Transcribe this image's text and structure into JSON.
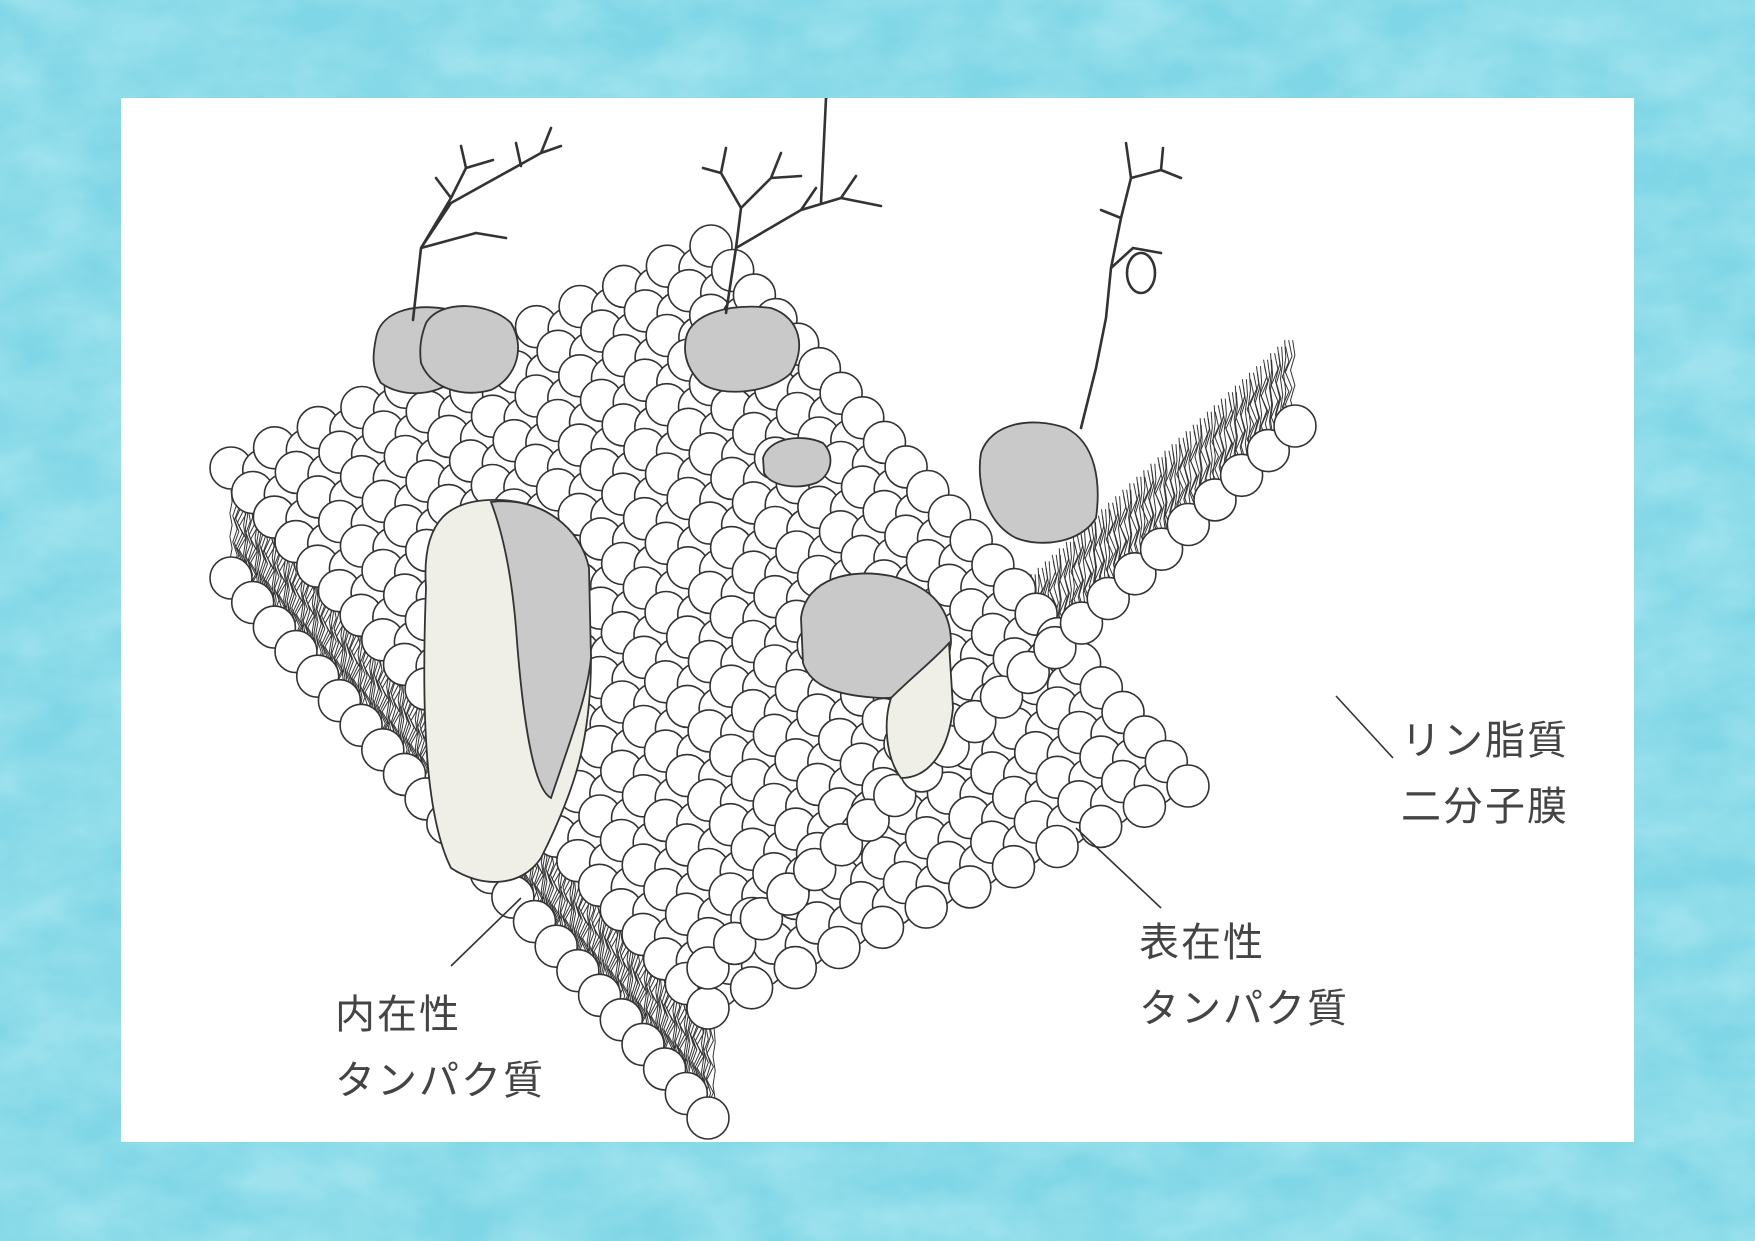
{
  "colors": {
    "background": "#7fd6e6",
    "background_dark": "#5ec3d6",
    "background_light": "#a7e7f1",
    "panel": "#ffffff",
    "line": "#333333",
    "protein_fill": "#c9c9c9",
    "protein_light": "#efefe8"
  },
  "labels": {
    "phospholipid_bilayer": {
      "line1": "リン脂質",
      "line2": "二分子膜"
    },
    "peripheral_protein": {
      "line1": "表在性",
      "line2": "タンパク質"
    },
    "integral_protein": {
      "line1": "内在性",
      "line2": "タンパク質"
    }
  },
  "icons": {
    "glycolipid_chain": "branching-sugar-chain-icon",
    "lipid_head": "circle-icon"
  }
}
